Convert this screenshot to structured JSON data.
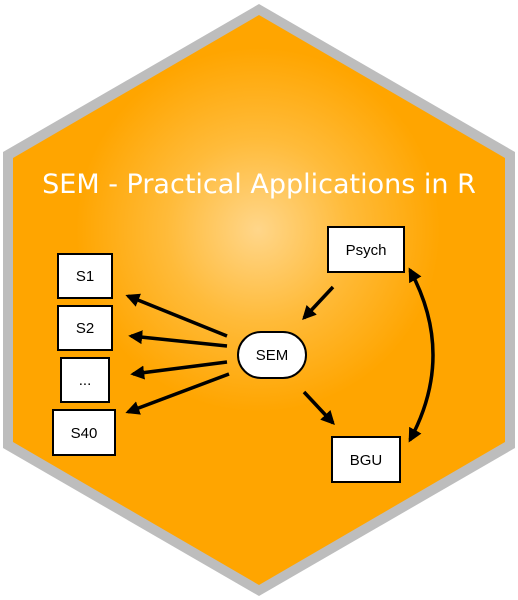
{
  "title": "SEM - Practical Applications in R",
  "colors": {
    "hex_border": "#bdbdbd",
    "hex_fill": "#ffa500",
    "glow": "#ffd27a",
    "node_fill": "#ffffff",
    "node_stroke": "#000000",
    "edge": "#000000",
    "title": "#ffffff"
  },
  "nodes": {
    "s1": "S1",
    "s2": "S2",
    "dots": "...",
    "s40": "S40",
    "sem": "SEM",
    "psych": "Psych",
    "bgu": "BGU"
  }
}
